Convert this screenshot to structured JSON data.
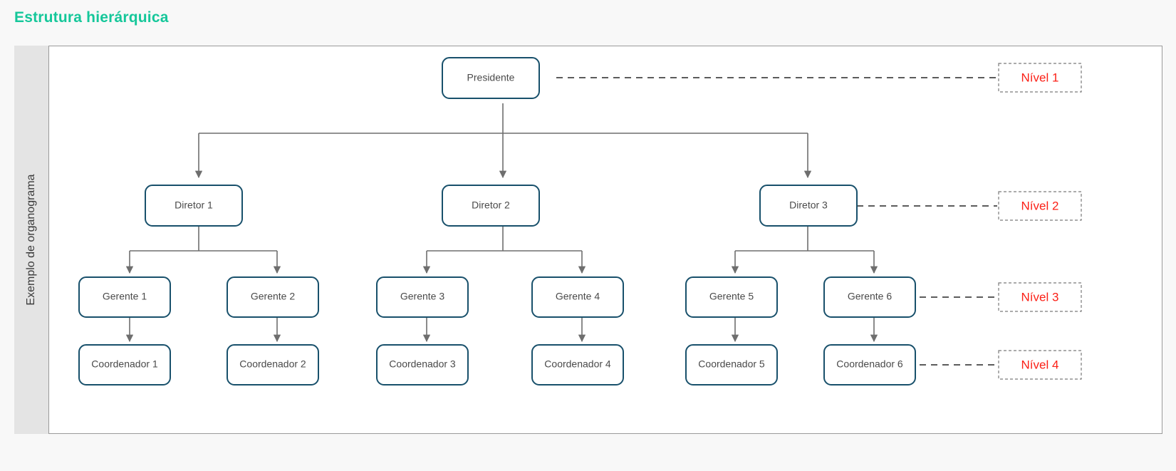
{
  "page": {
    "title": "Estrutura hierárquica",
    "title_color": "#15c79a",
    "background_color": "#f8f8f8"
  },
  "side_label": {
    "text": "Exemplo de organograma",
    "background_color": "#e4e4e4"
  },
  "chart_data": {
    "type": "diagram",
    "title": "Estrutura hierárquica",
    "diagram_kind": "organizational-chart",
    "node_border_color": "#18506b",
    "node_fill_color": "#ffffff",
    "connector_color": "#6e6e6e",
    "level_label_color": "#fb2017",
    "levels": [
      {
        "label": "Nível 1",
        "depth": 1
      },
      {
        "label": "Nível 2",
        "depth": 2
      },
      {
        "label": "Nível 3",
        "depth": 3
      },
      {
        "label": "Nível 4",
        "depth": 4
      }
    ],
    "nodes": [
      {
        "id": "presidente",
        "label": "Presidente",
        "level": 1,
        "parent": null
      },
      {
        "id": "diretor1",
        "label": "Diretor 1",
        "level": 2,
        "parent": "presidente"
      },
      {
        "id": "diretor2",
        "label": "Diretor 2",
        "level": 2,
        "parent": "presidente"
      },
      {
        "id": "diretor3",
        "label": "Diretor 3",
        "level": 2,
        "parent": "presidente"
      },
      {
        "id": "gerente1",
        "label": "Gerente 1",
        "level": 3,
        "parent": "diretor1"
      },
      {
        "id": "gerente2",
        "label": "Gerente 2",
        "level": 3,
        "parent": "diretor1"
      },
      {
        "id": "gerente3",
        "label": "Gerente 3",
        "level": 3,
        "parent": "diretor2"
      },
      {
        "id": "gerente4",
        "label": "Gerente 4",
        "level": 3,
        "parent": "diretor2"
      },
      {
        "id": "gerente5",
        "label": "Gerente 5",
        "level": 3,
        "parent": "diretor3"
      },
      {
        "id": "gerente6",
        "label": "Gerente 6",
        "level": 3,
        "parent": "diretor3"
      },
      {
        "id": "coordenador1",
        "label": "Coordenador 1",
        "level": 4,
        "parent": "gerente1"
      },
      {
        "id": "coordenador2",
        "label": "Coordenador 2",
        "level": 4,
        "parent": "gerente2"
      },
      {
        "id": "coordenador3",
        "label": "Coordenador 3",
        "level": 4,
        "parent": "gerente3"
      },
      {
        "id": "coordenador4",
        "label": "Coordenador 4",
        "level": 4,
        "parent": "gerente4"
      },
      {
        "id": "coordenador5",
        "label": "Coordenador 5",
        "level": 4,
        "parent": "gerente5"
      },
      {
        "id": "coordenador6",
        "label": "Coordenador 6",
        "level": 4,
        "parent": "gerente6"
      }
    ]
  },
  "nodes": {
    "presidente": "Presidente",
    "diretor1": "Diretor 1",
    "diretor2": "Diretor 2",
    "diretor3": "Diretor 3",
    "gerente1": "Gerente 1",
    "gerente2": "Gerente 2",
    "gerente3": "Gerente 3",
    "gerente4": "Gerente 4",
    "gerente5": "Gerente 5",
    "gerente6": "Gerente 6",
    "coordenador1": "Coordenador 1",
    "coordenador2": "Coordenador 2",
    "coordenador3": "Coordenador 3",
    "coordenador4": "Coordenador 4",
    "coordenador5": "Coordenador 5",
    "coordenador6": "Coordenador 6"
  },
  "levels": {
    "l1": "Nível 1",
    "l2": "Nível 2",
    "l3": "Nível 3",
    "l4": "Nível 4"
  }
}
